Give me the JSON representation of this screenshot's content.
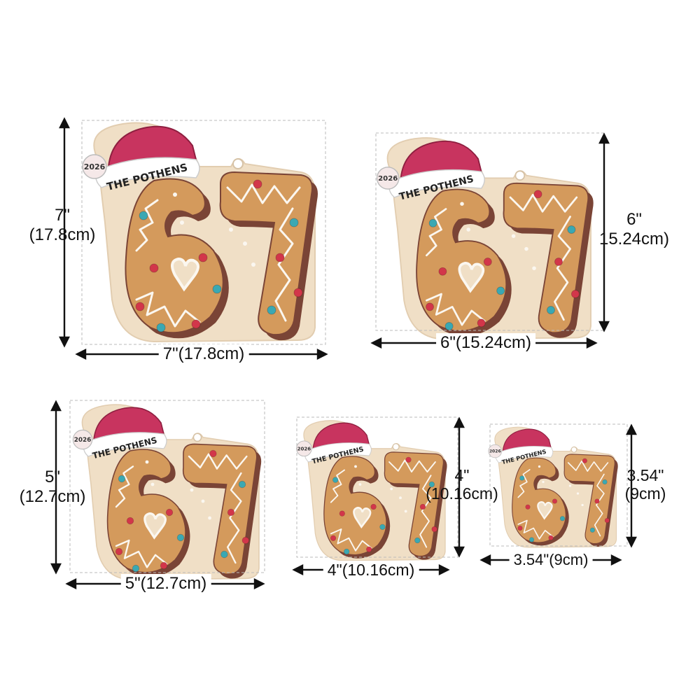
{
  "palette": {
    "wood": "#f0dfc6",
    "cookie": "#d49a5c",
    "cookie_shadow": "#7a4436",
    "icing": "#fbf7f0",
    "hat_red": "#c8345f",
    "hat_white": "#ffffff",
    "bead_red": "#d2364a",
    "bead_teal": "#3aa8b3",
    "ink": "#111111",
    "guide": "#bbbbbb"
  },
  "ornaments": [
    {
      "size_label": "7\"(17.8cm)",
      "height_line1": "7\"",
      "height_line2": "(17.8cm)",
      "year": "2026",
      "family_name": "THE POTHENS",
      "number": "67"
    },
    {
      "size_label": "6\"(15.24cm)",
      "height_line1": "6\"",
      "height_line2": "15.24cm)",
      "year": "2026",
      "family_name": "THE POTHENS",
      "number": "67"
    },
    {
      "size_label": "5\"(12.7cm)",
      "height_line1": "5\"",
      "height_line2": "(12.7cm)",
      "year": "2026",
      "family_name": "THE POTHENS",
      "number": "67"
    },
    {
      "size_label": "4\"(10.16cm)",
      "height_line1": "4\"",
      "height_line2": "(10.16cm)",
      "year": "2026",
      "family_name": "THE POTHENS",
      "number": "67"
    },
    {
      "size_label": "3.54\"(9cm)",
      "height_line1": "3.54\"",
      "height_line2": "(9cm)",
      "year": "2026",
      "family_name": "THE POTHENS",
      "number": "67"
    }
  ]
}
